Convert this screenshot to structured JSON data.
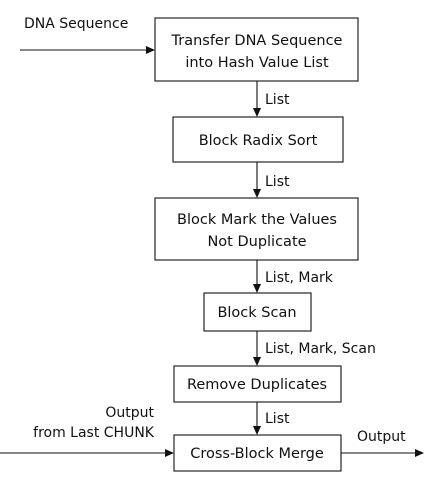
{
  "diagram": {
    "input_label": "DNA Sequence",
    "boxes": [
      {
        "lines": [
          "Transfer DNA Sequence",
          "into Hash Value List"
        ]
      },
      {
        "lines": [
          "Block Radix Sort"
        ]
      },
      {
        "lines": [
          "Block Mark the Values",
          "Not Duplicate"
        ]
      },
      {
        "lines": [
          "Block Scan"
        ]
      },
      {
        "lines": [
          "Remove Duplicates"
        ]
      },
      {
        "lines": [
          "Cross-Block Merge"
        ]
      }
    ],
    "edge_labels": [
      "List",
      "List",
      "List, Mark",
      "List, Mark, Scan",
      "List"
    ],
    "side_input": {
      "line1": "Output",
      "line2": "from Last CHUNK"
    },
    "output_label": "Output"
  }
}
